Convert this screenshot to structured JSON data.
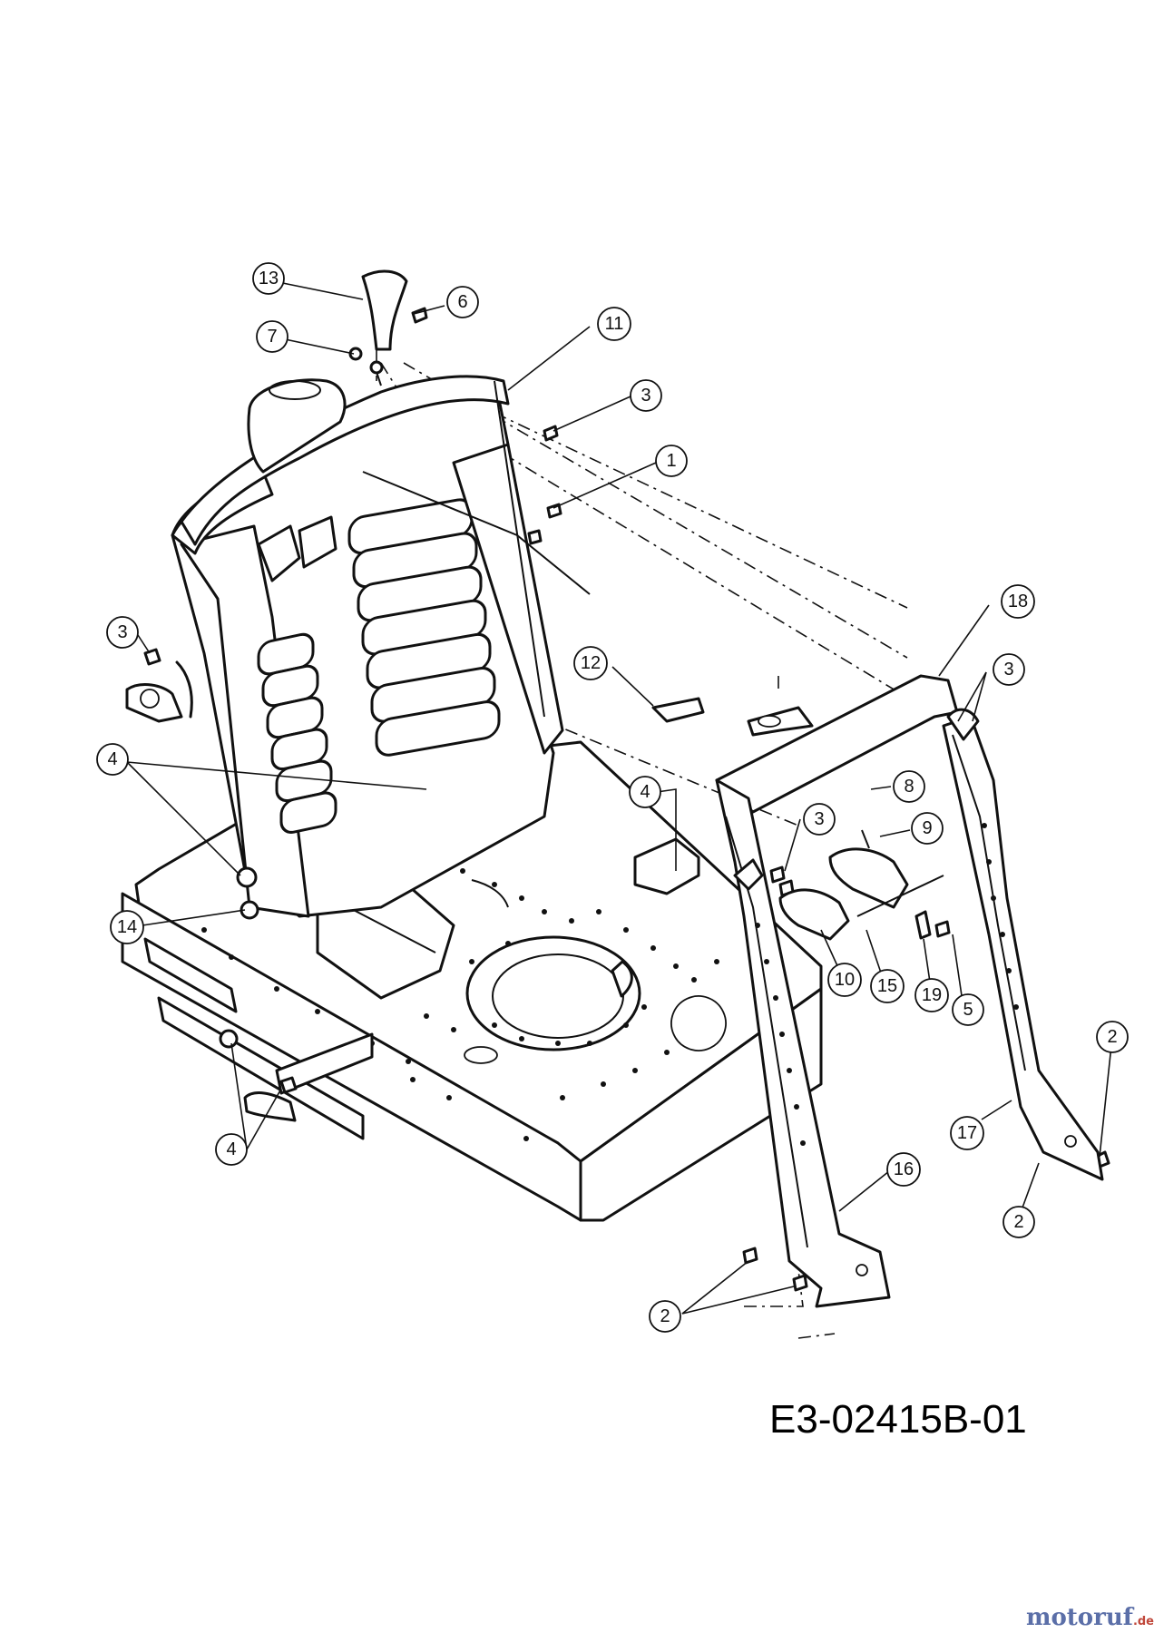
{
  "diagram": {
    "code": "E3-02415B-01",
    "watermark": {
      "brand": "motoruf",
      "tld": ".de"
    },
    "callouts": [
      {
        "id": "c13a",
        "label": "13"
      },
      {
        "id": "c6a",
        "label": "6"
      },
      {
        "id": "c7a",
        "label": "7"
      },
      {
        "id": "c11a",
        "label": "11"
      },
      {
        "id": "c3a",
        "label": "3"
      },
      {
        "id": "c1a",
        "label": "1"
      },
      {
        "id": "c18a",
        "label": "18"
      },
      {
        "id": "c3b",
        "label": "3"
      },
      {
        "id": "c3c",
        "label": "3"
      },
      {
        "id": "c12a",
        "label": "12"
      },
      {
        "id": "c4a",
        "label": "4"
      },
      {
        "id": "c4b",
        "label": "4"
      },
      {
        "id": "c8a",
        "label": "8"
      },
      {
        "id": "c3d",
        "label": "3"
      },
      {
        "id": "c9a",
        "label": "9"
      },
      {
        "id": "c14a",
        "label": "14"
      },
      {
        "id": "c10a",
        "label": "10"
      },
      {
        "id": "c15a",
        "label": "15"
      },
      {
        "id": "c19a",
        "label": "19"
      },
      {
        "id": "c5a",
        "label": "5"
      },
      {
        "id": "c2a",
        "label": "2"
      },
      {
        "id": "c17a",
        "label": "17"
      },
      {
        "id": "c4c",
        "label": "4"
      },
      {
        "id": "c16a",
        "label": "16"
      },
      {
        "id": "c2b",
        "label": "2"
      },
      {
        "id": "c2c",
        "label": "2"
      }
    ]
  }
}
